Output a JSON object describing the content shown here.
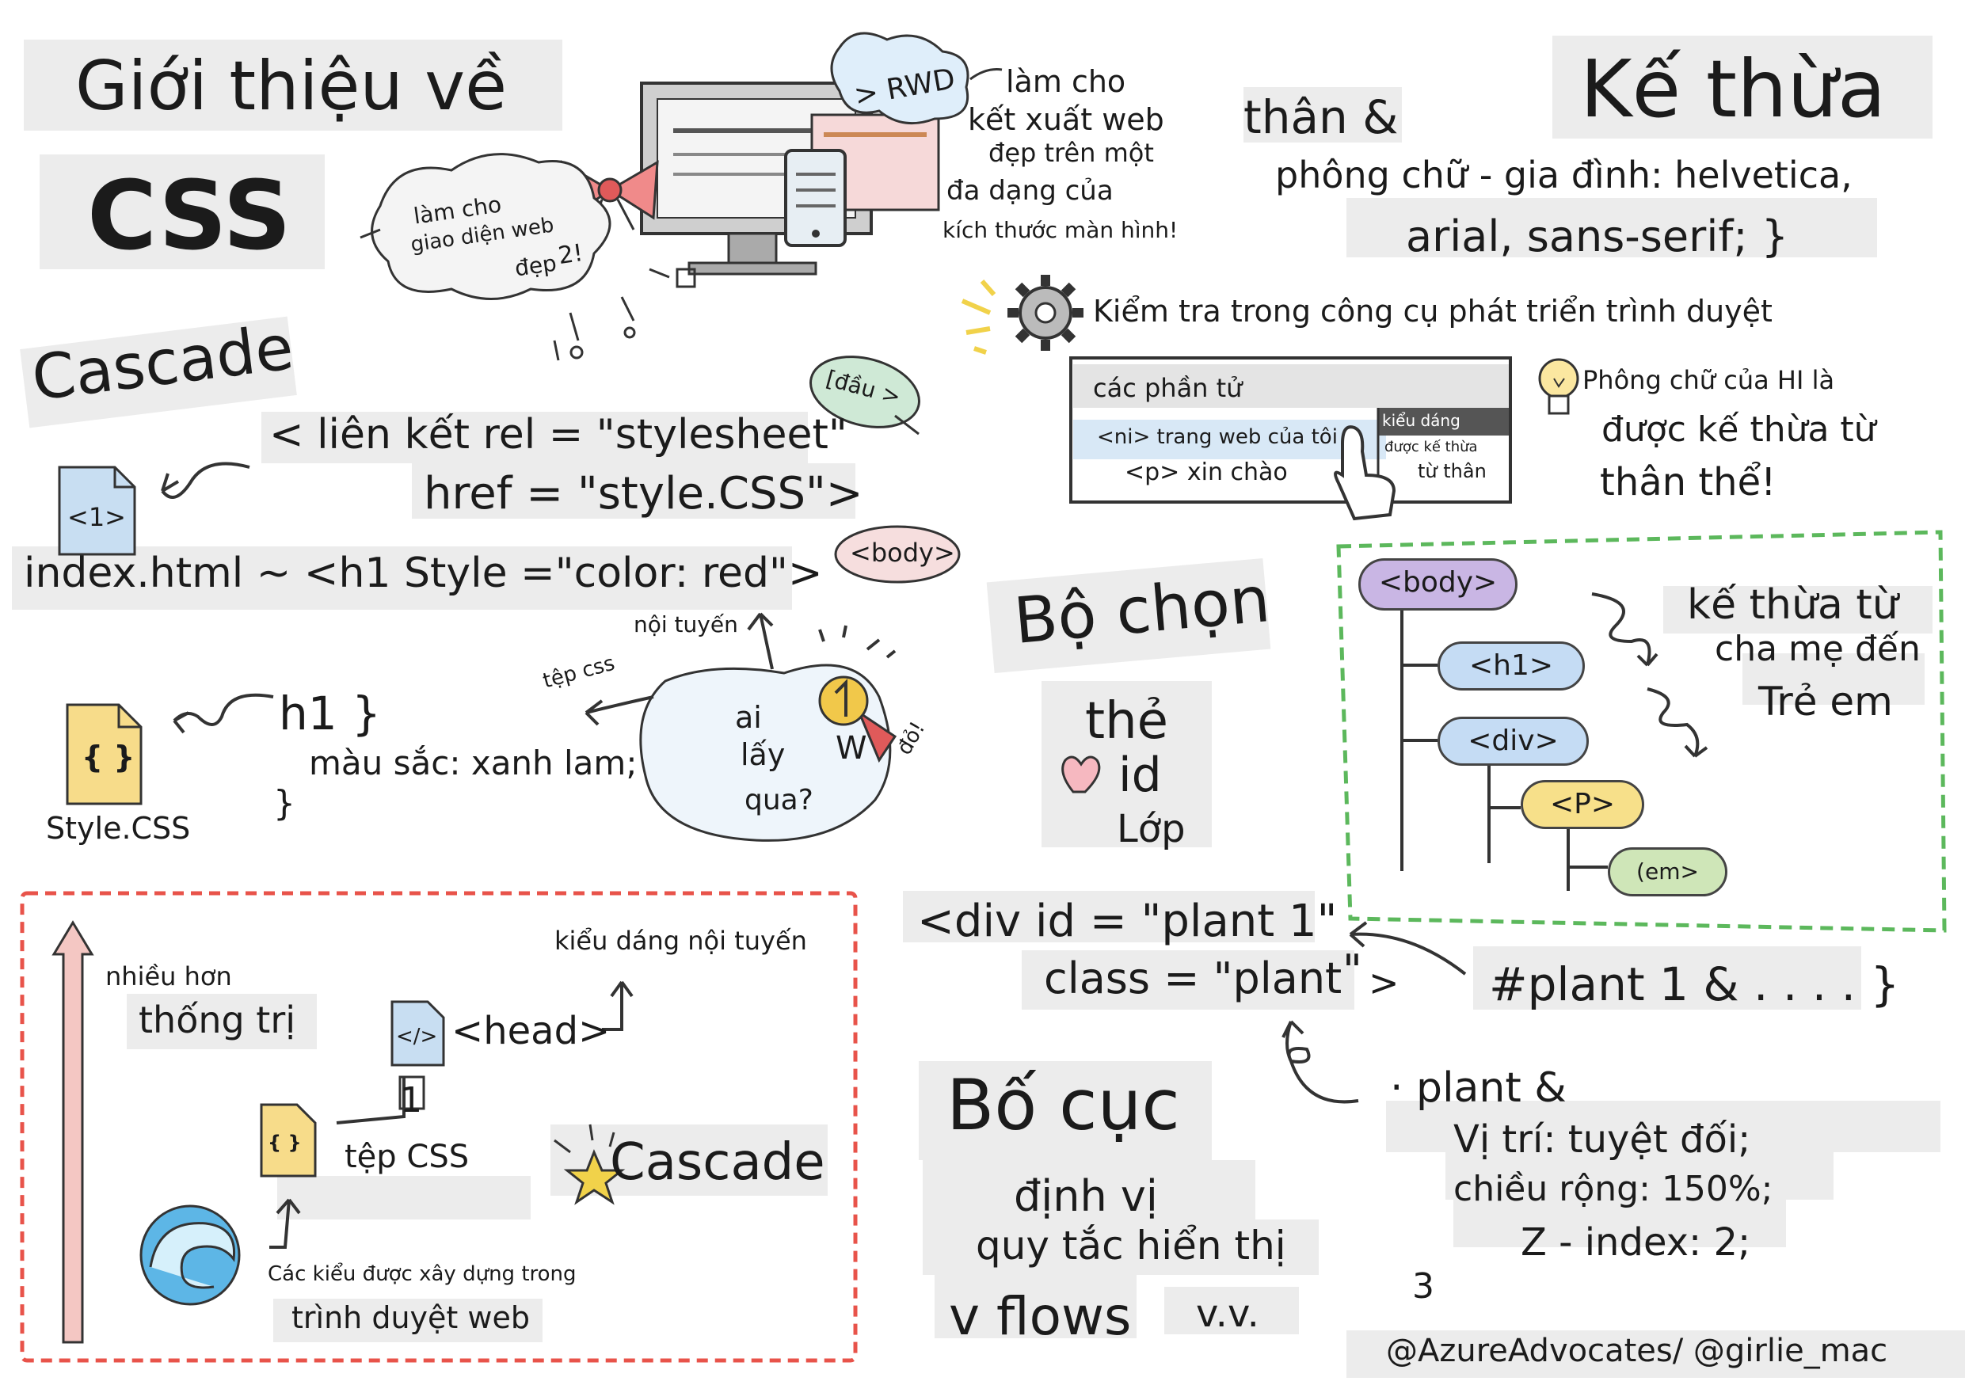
{
  "title": {
    "line1": "Giới thiệu về",
    "line2": "CSS"
  },
  "intro_cloud": {
    "l1": "làm cho",
    "l2": "giao diện web",
    "l3": "đẹp",
    "l4": "2!"
  },
  "rwd": {
    "tag": "> RWD",
    "l1": "làm cho",
    "l2": "kết xuất web",
    "l3": "đẹp trên một",
    "l4": "đa dạng của",
    "l5": "kích thước màn hình!"
  },
  "inherit": {
    "title": "Kế thừa",
    "l1": "thân &",
    "l2": "phông chữ - gia đình: helvetica,",
    "l3": "arial, sans-serif; }"
  },
  "devtools": {
    "label": "Kiểm tra trong công cụ phát triển trình duyệt",
    "elements_tab": "các phần tử",
    "line1": "<ni> trang web của tôi",
    "line2": "<p> xin chào",
    "styles_tab": "kiểu dáng",
    "side1": "được kế thừa",
    "side2": "từ thân"
  },
  "bulb": {
    "l1": "Phông chữ của HI là",
    "l2": "được kế thừa từ",
    "l3": "thân thể!"
  },
  "cascade": {
    "title": "Cascade",
    "head_bubble": "[đầu >",
    "link1": "< liên kết rel = \"stylesheet\"",
    "link2": "href = \"style.CSS\">",
    "file1": "<1>",
    "index_line": "index.html ~ <h1 Style =\"color: red\">",
    "body_bubble": "<body>",
    "inline": "nội tuyến",
    "css_file_label": "tệp css",
    "who1": "ai",
    "who2": "lấy",
    "who3": "qua?",
    "winner": "W",
    "red": "đỏ!",
    "h1_open": "h1 }",
    "h1_rule": "màu sắc: xanh lam;",
    "h1_close": "}",
    "style_file": "Style.CSS",
    "style_icon": "{ }"
  },
  "selectors": {
    "title": "Bộ chọn",
    "s1": "thẻ",
    "s2": "id",
    "s3": "Lớp"
  },
  "tree": {
    "n1": "<body>",
    "n2": "<h1>",
    "n3": "<div>",
    "n4": "<P>",
    "n5": "(em>",
    "l1": "kế thừa từ",
    "l2": "cha mẹ đến",
    "l3": "Trẻ em"
  },
  "div_code": {
    "l1": "<div id = \"plant 1\"",
    "l2": "class = \"plant",
    "quote": "\"",
    "close": ">",
    "rule": "#plant 1 & . . . . }"
  },
  "plant_rule": {
    "l1": "· plant &",
    "l2": "Vị trí: tuyệt đối;",
    "l3": "chiều rộng: 150%;",
    "l4": "Z - index: 2;",
    "l5": "3"
  },
  "layout": {
    "title": "Bố cục",
    "l1": "định vị",
    "l2": "quy tắc hiển thị",
    "l3": "v flows",
    "l4": "v.v."
  },
  "dominance": {
    "more": "nhiều hơn",
    "dominant": "thống trị",
    "inline_style": "kiểu dáng nội tuyến",
    "head": "<head>",
    "one": "1",
    "css_file": "tệp CSS",
    "cascade": "Cascade",
    "builtin": "Các kiểu được xây dựng trong",
    "browser": "trình duyệt web",
    "code_icon": "</>",
    "file_icon": "{ }"
  },
  "credit": "@AzureAdvocates/ @girlie_mac",
  "colors": {
    "red_box": "#e8534a",
    "green_box": "#5cb85c",
    "pink_arrow": "#f4c7c3",
    "body_pill": "#c9b6e4",
    "h1_pill": "#c5dcf4",
    "div_pill": "#c5dcf4",
    "p_pill": "#f7e08a",
    "em_pill": "#cfe6b8",
    "bow": "#f08a8a",
    "yellow_file": "#f7dc8a",
    "blue_file": "#c8def2"
  },
  "icons": [
    "bow-icon",
    "monitor-icon",
    "phone-icon",
    "gear-icon",
    "lightbulb-icon",
    "hand-pointer-icon",
    "html-file-icon",
    "css-file-icon",
    "medal-icon",
    "heart-icon",
    "code-file-icon",
    "star-icon",
    "edge-logo-icon",
    "up-arrow-icon"
  ]
}
